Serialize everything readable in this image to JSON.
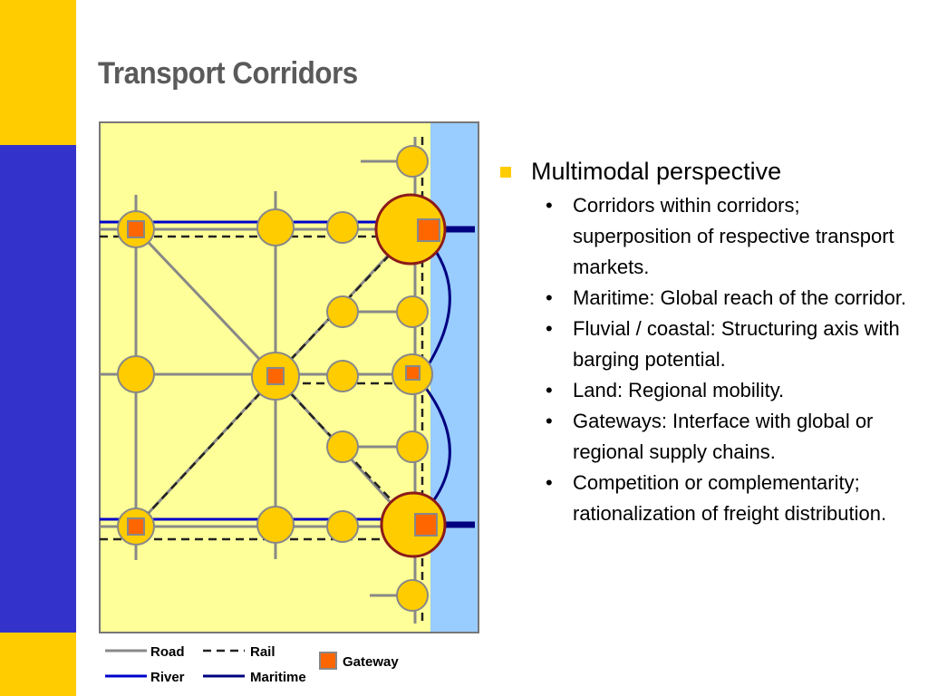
{
  "slide": {
    "title": "Transport Corridors",
    "colors": {
      "accent_yellow": "#ffcc00",
      "side_blue": "#3333cc",
      "land_fill": "#ffff99",
      "sea_fill": "#99ccff",
      "node_fill": "#ffcc00",
      "gateway_fill": "#ff6600",
      "road": "#888888",
      "river": "#0000cc",
      "maritime": "#000080",
      "gateway_border": "#8b1a1a"
    }
  },
  "legend": {
    "road": "Road",
    "rail": "Rail",
    "river": "River",
    "maritime": "Maritime",
    "gateway": "Gateway"
  },
  "bullets": {
    "main": "Multimodal perspective",
    "subs": [
      "Corridors within corridors; superposition of respective transport markets.",
      "Maritime: Global reach of the corridor.",
      "Fluvial / coastal: Structuring axis with barging potential.",
      "Land: Regional mobility.",
      "Gateways: Interface with global or regional supply chains.",
      "Competition or complementarity; rationalization of freight distribution."
    ]
  }
}
